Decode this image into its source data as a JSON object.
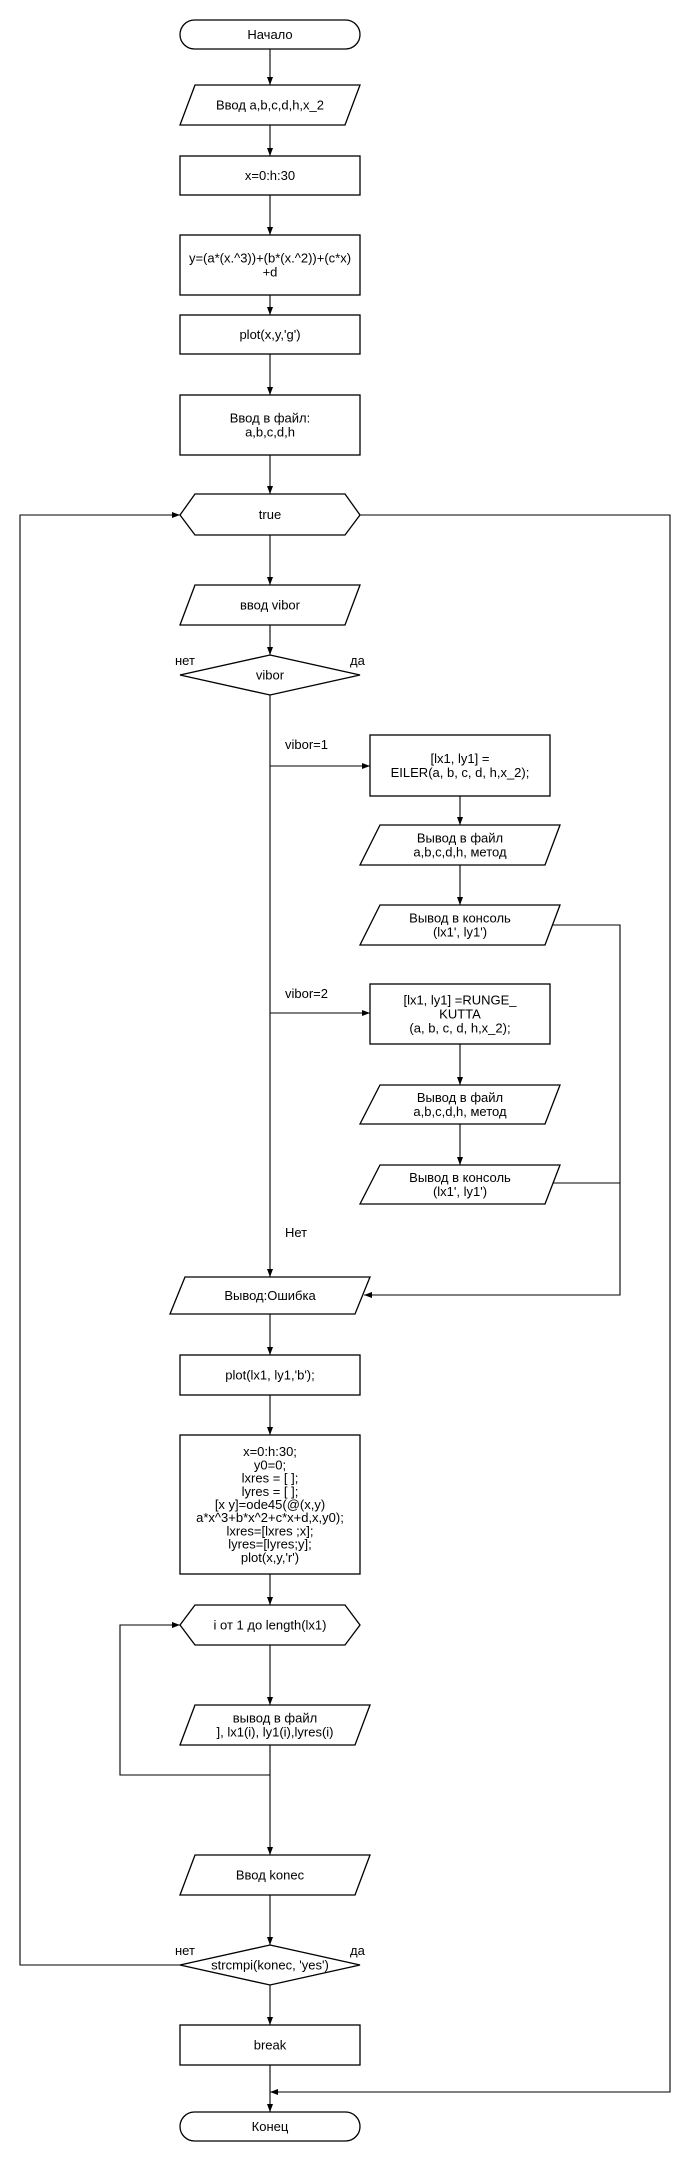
{
  "nodes": {
    "start": [
      "Начало"
    ],
    "input_params": [
      "Ввод a,b,c,d,h,x_2"
    ],
    "x_range": [
      "x=0:h:30"
    ],
    "y_formula": [
      "y=(a*(x.^3))+(b*(x.^2))+(c*x)",
      "+d"
    ],
    "plot_g": [
      "plot(x,y,'g')"
    ],
    "file_input": [
      "Ввод в файл:",
      "a,b,c,d,h"
    ],
    "loop_true": [
      "true"
    ],
    "input_vibor": [
      "ввод vibor"
    ],
    "decision_vibor": [
      "vibor"
    ],
    "eiler": [
      "[lx1, ly1] =",
      "EILER(a, b, c, d, h,x_2);"
    ],
    "file_out_1": [
      "Вывод в файл",
      "a,b,c,d,h, метод"
    ],
    "console_out_1": [
      "Вывод в консоль",
      "(lx1', ly1')"
    ],
    "runge": [
      "[lx1, ly1] =RUNGE_",
      "KUTTA",
      "(a, b, c, d, h,x_2);"
    ],
    "file_out_2": [
      "Вывод в файл",
      "a,b,c,d,h, метод"
    ],
    "console_out_2": [
      "Вывод в консоль",
      "(lx1', ly1')"
    ],
    "error_out": [
      "Вывод:Ошибка"
    ],
    "plot_b": [
      "plot(lx1, ly1,'b');"
    ],
    "ode_block": [
      "x=0:h:30;",
      "y0=0;",
      "lxres = [ ];",
      "lyres = [ ];",
      "[x y]=ode45(@(x,y)",
      "a*x^3+b*x^2+c*x+d,x,y0);",
      "lxres=[lxres ;x];",
      "lyres=[lyres;y];",
      "plot(x,y,'r')"
    ],
    "for_loop": [
      "i от 1 до length(lx1)"
    ],
    "file_out_loop": [
      "вывод в  файл",
      "], lx1(i), ly1(i),lyres(i)"
    ],
    "input_konec": [
      "Ввод konec"
    ],
    "decision_konec": [
      "strcmpi(konec, 'yes')"
    ],
    "break_block": [
      "break"
    ],
    "end": [
      "Конец"
    ]
  },
  "labels": {
    "vibor_no": "нет",
    "vibor_yes": "да",
    "vibor_case1": "vibor=1",
    "vibor_case2": "vibor=2",
    "vibor_default": "Нет",
    "konec_no": "нет",
    "konec_yes": "да"
  }
}
